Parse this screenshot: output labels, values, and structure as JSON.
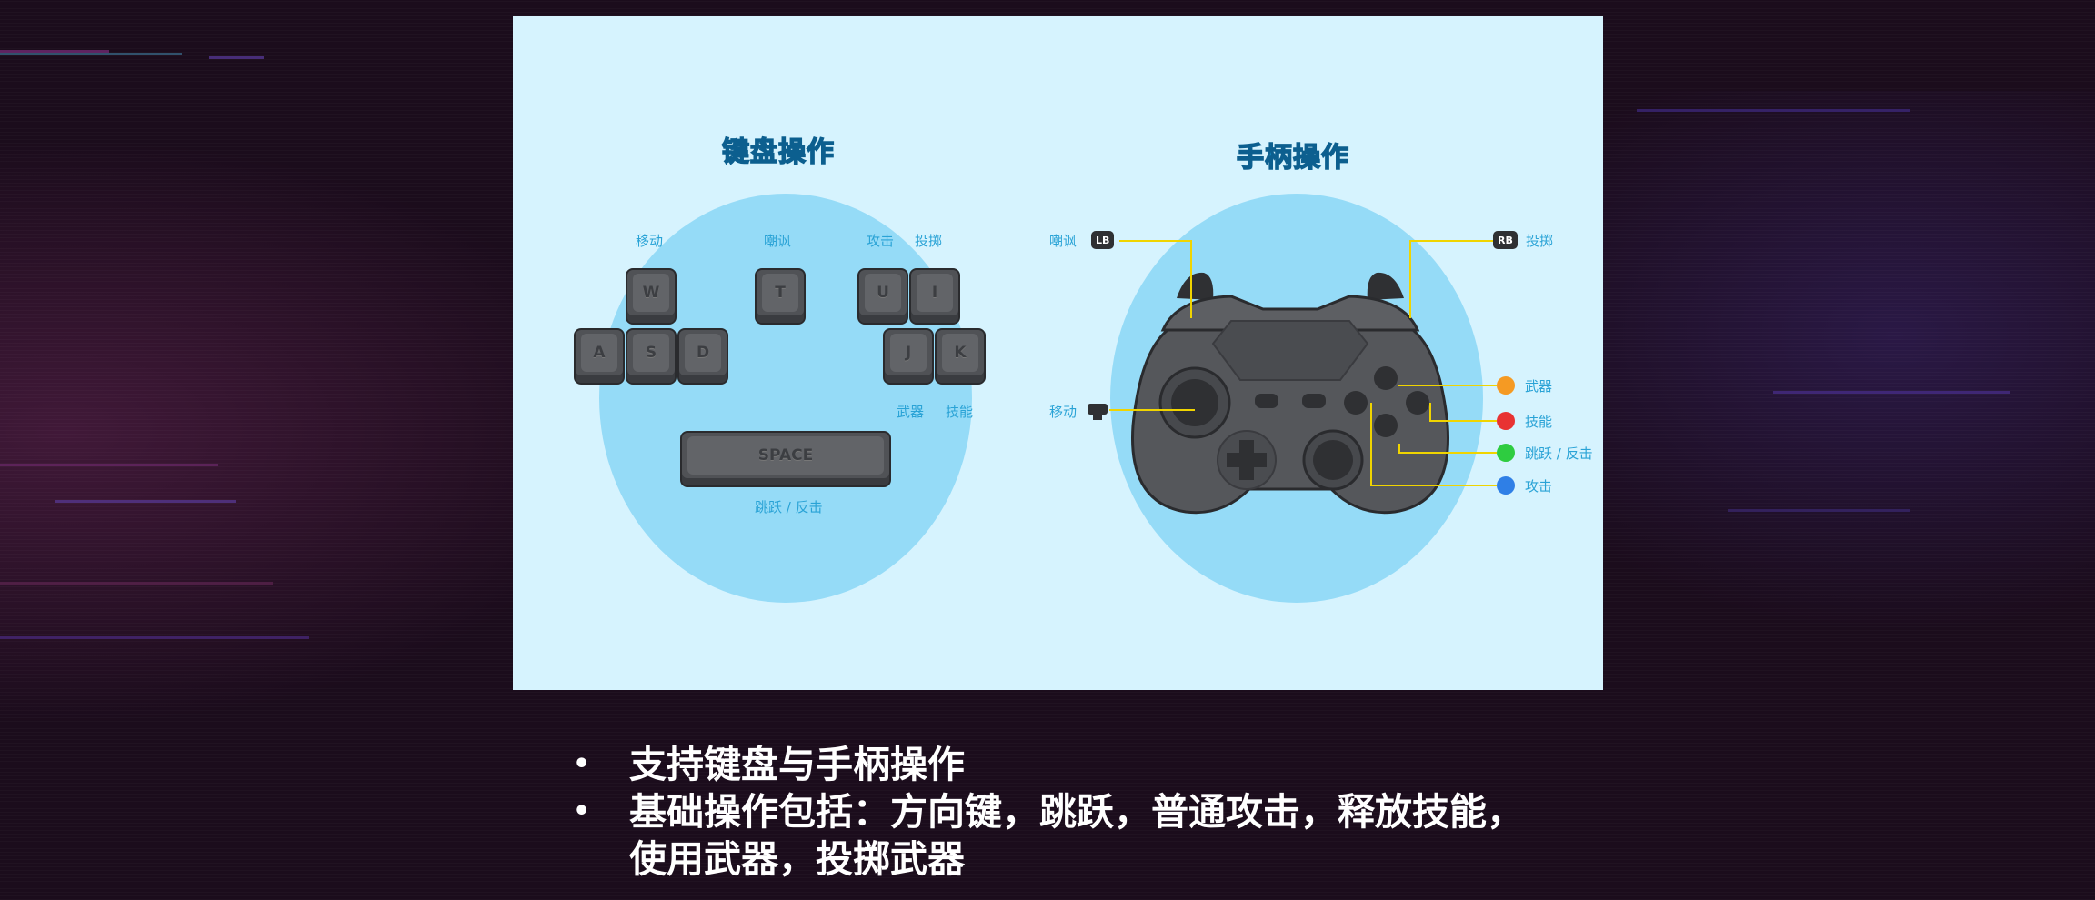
{
  "keyboard": {
    "title": "键盘操作",
    "labels": {
      "move": "移动",
      "taunt": "嘲讽",
      "attack": "攻击",
      "throw": "投掷",
      "weapon": "武器",
      "skill": "技能",
      "jump_counter": "跳跃 / 反击"
    },
    "keys": {
      "w": "W",
      "a": "A",
      "s": "S",
      "d": "D",
      "t": "T",
      "u": "U",
      "i": "I",
      "j": "J",
      "k": "K",
      "space": "SPACE"
    }
  },
  "gamepad": {
    "title": "手柄操作",
    "lb": "LB",
    "rb": "RB",
    "labels": {
      "taunt": "嘲讽",
      "throw": "投掷",
      "move": "移动",
      "weapon": "武器",
      "skill": "技能",
      "jump_counter": "跳跃 / 反击",
      "attack": "攻击"
    },
    "colors": {
      "weapon": "#f59a23",
      "skill": "#e83232",
      "jump_counter": "#2ecc40",
      "attack": "#2f7fe6",
      "connector": "#f0d400"
    }
  },
  "bullets": [
    "支持键盘与手柄操作",
    "基础操作包括：方向键，跳跃，普通攻击，释放技能，",
    "使用武器，投掷武器"
  ],
  "bullet_mark": "•"
}
